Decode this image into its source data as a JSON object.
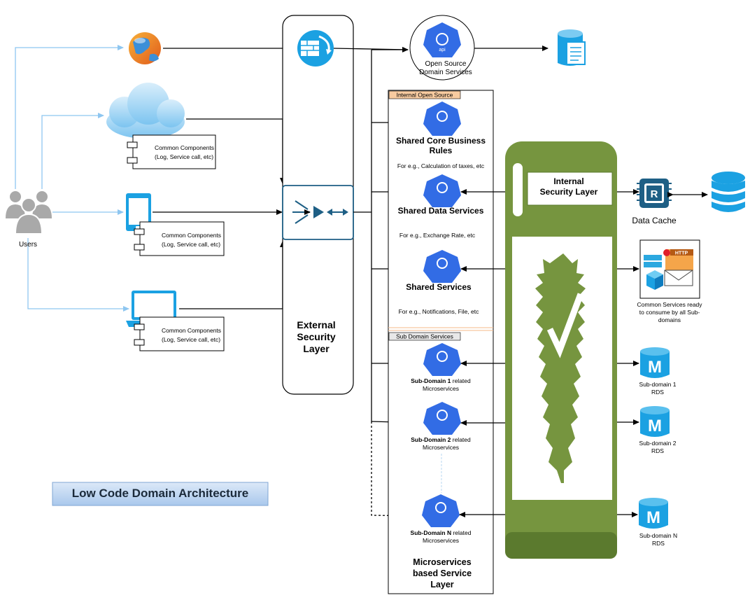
{
  "users": {
    "label": "Users"
  },
  "common_components": {
    "title": "Common Components",
    "subtitle": "(Log, Service call, etc)"
  },
  "external_security": {
    "line1": "External",
    "line2": "Security",
    "line3": "Layer"
  },
  "open_source": {
    "icon_text": "api",
    "line1": "Open Source",
    "line2": "Domain Services"
  },
  "internal_open_source_tag": "Internal Open Source",
  "shared_core": {
    "line1": "Shared Core Business",
    "line2": "Rules",
    "example": "For e.g., Calculation of taxes, etc"
  },
  "shared_data": {
    "title": "Shared Data Services",
    "example": "For e.g., Exchange Rate, etc"
  },
  "shared_services": {
    "title": "Shared Services",
    "example": "For e.g., Notifications, File, etc"
  },
  "sub_domain_tag": "Sub Domain Services",
  "subdomain1": {
    "bold": "Sub-Domain 1",
    "rest": " related",
    "line2": "Microservices"
  },
  "subdomain2": {
    "bold": "Sub-Domain 2",
    "rest": " related",
    "line2": "Microservices"
  },
  "subdomainN": {
    "bold": "Sub-Domain N",
    "rest": " related",
    "line2": "Microservices"
  },
  "microservices_layer": {
    "line1": "Microservices",
    "line2": "based Service",
    "line3": "Layer"
  },
  "internal_security": {
    "line1": "Internal",
    "line2": "Security Layer"
  },
  "data_cache": {
    "label": "Data Cache",
    "icon_letter": "R"
  },
  "common_services": {
    "line1": "Common Services ready",
    "line2": "to consume by all Sub-",
    "line3": "domains",
    "http": "HTTP"
  },
  "rds1": {
    "letter": "M",
    "line1": "Sub-domain 1",
    "line2": "RDS"
  },
  "rds2": {
    "letter": "M",
    "line1": "Sub-domain 2",
    "line2": "RDS"
  },
  "rdsN": {
    "letter": "M",
    "line1": "Sub-domain N",
    "line2": "RDS"
  },
  "page_title": "Low Code Domain Architecture",
  "colors": {
    "k8s_blue": "#326CE5",
    "green": "#76953F",
    "dark_green": "#5B7A2E",
    "title_bg": "#BFD7F1",
    "light_line": "#8EC6F0",
    "azure": "#1BA1E2",
    "tag_bg": "#F8CBA0"
  }
}
